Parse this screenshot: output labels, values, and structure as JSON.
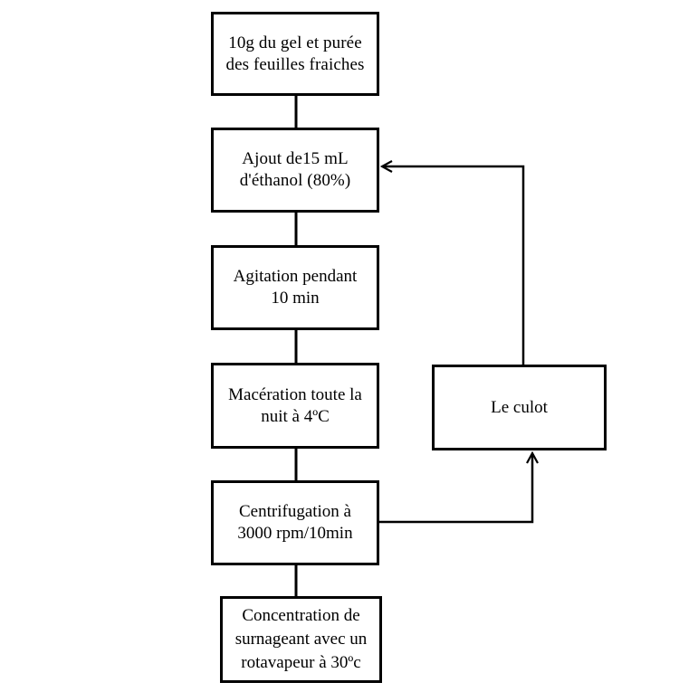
{
  "diagram": {
    "steps": [
      {
        "lines": [
          "10g du gel et purée",
          "des feuilles fraiches"
        ]
      },
      {
        "lines": [
          "Ajout de15 mL",
          "d'éthanol (80%)"
        ]
      },
      {
        "lines": [
          "Agitation pendant",
          "10 min"
        ]
      },
      {
        "lines": [
          "Macération toute la",
          "nuit à 4ºC"
        ]
      },
      {
        "lines": [
          "Centrifugation à",
          "3000 rpm/10min"
        ]
      },
      {
        "lines": [
          "Concentration de",
          "surnageant avec un",
          "rotavapeur à 30ºc"
        ]
      }
    ],
    "side_box": {
      "lines": [
        "Le culot"
      ]
    },
    "colors": {
      "stroke": "#000000",
      "fill": "#ffffff",
      "text": "#000000"
    }
  }
}
